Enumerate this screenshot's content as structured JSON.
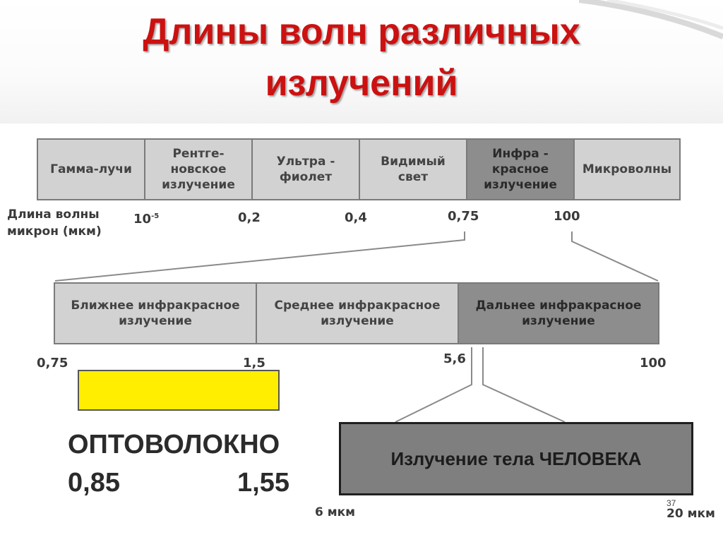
{
  "slide": {
    "title_line1": "Длины волн различных",
    "title_line2": "излучений",
    "page_number": "37"
  },
  "spectrum": {
    "axis_label_line1": "Длина волны",
    "axis_label_line2": "микрон (мкм)",
    "segments": [
      {
        "label": "Гамма-лучи",
        "highlighted": false
      },
      {
        "label": "Рентге-\nновское\nизлучение",
        "highlighted": false
      },
      {
        "label": "Ультра -\nфиолет",
        "highlighted": false
      },
      {
        "label": "Видимый\nсвет",
        "highlighted": false
      },
      {
        "label": "Инфра -\nкрасное\nизлучение",
        "highlighted": true
      },
      {
        "label": "Микроволны",
        "highlighted": false
      }
    ],
    "ticks": [
      "10",
      "0,2",
      "0,4",
      "0,75",
      "100"
    ],
    "tick0_superscript": "-5"
  },
  "infrared": {
    "segments": [
      {
        "label": "Ближнее инфракрасное\nизлучение",
        "highlighted": false
      },
      {
        "label": "Среднее инфракрасное\nизлучение",
        "highlighted": false
      },
      {
        "label": "Дальнее инфракрасное\nизлучение",
        "highlighted": true
      }
    ],
    "ticks": [
      "0,75",
      "1,5",
      "5,6",
      "100"
    ]
  },
  "fiber": {
    "title": "ОПТОВОЛОКНО",
    "min": "0,85",
    "max": "1,55",
    "color": "#ffee00"
  },
  "human": {
    "label": "Излучение тела ЧЕЛОВЕКА",
    "min_label": "6 мкм",
    "max_label": "20 мкм"
  },
  "colors": {
    "title": "#cc1111",
    "band_light": "#d2d2d2",
    "band_dark": "#8d8d8d",
    "human_box": "#7f7f7f"
  }
}
